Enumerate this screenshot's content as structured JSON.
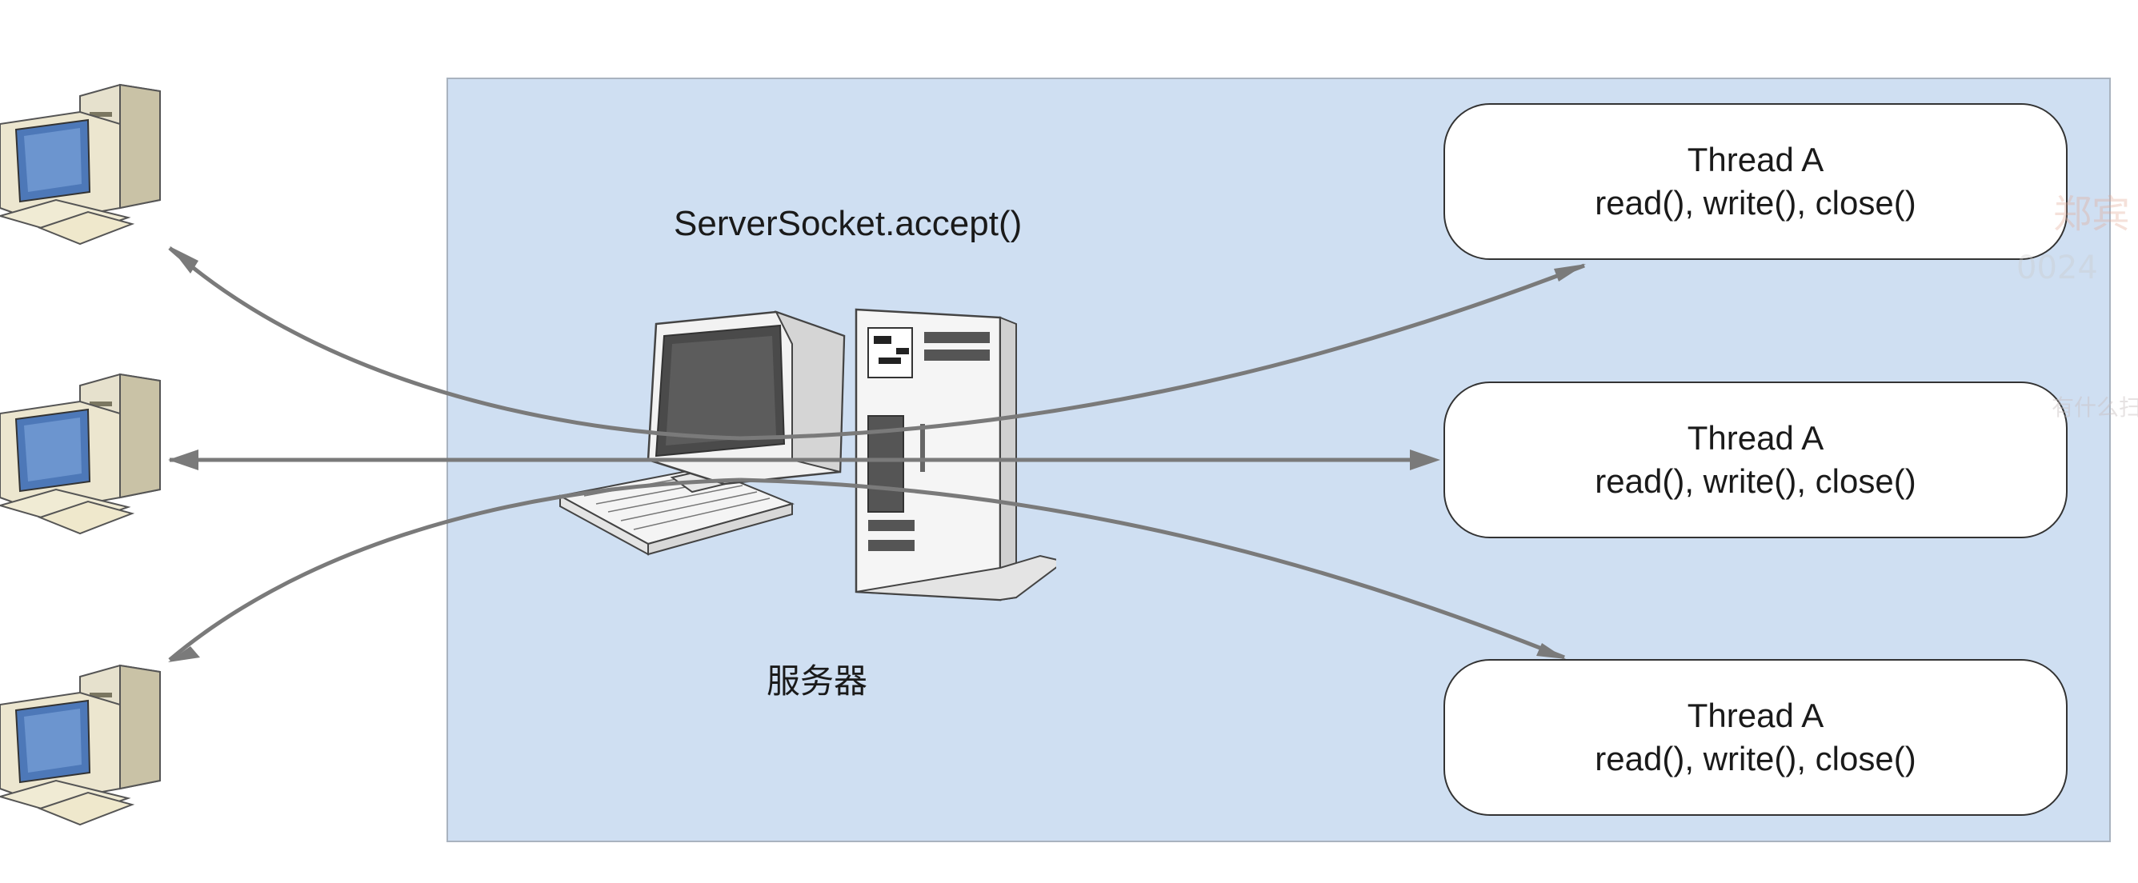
{
  "diagram": {
    "server_call": "ServerSocket.accept()",
    "server_label": "服务器",
    "threads": [
      {
        "title": "Thread A",
        "methods": "read(), write(), close()"
      },
      {
        "title": "Thread A",
        "methods": "read(), write(), close()"
      },
      {
        "title": "Thread A",
        "methods": "read(), write(), close()"
      }
    ],
    "clients": [
      "client-computer",
      "client-computer",
      "client-computer"
    ],
    "colors": {
      "panel": "#cfdff2",
      "arrow": "#7a7a7a",
      "box_border": "#333333"
    }
  },
  "overlay": {
    "ghost_1": "郑宾",
    "ghost_2": "0024",
    "ghost_3": "有什么扫"
  }
}
